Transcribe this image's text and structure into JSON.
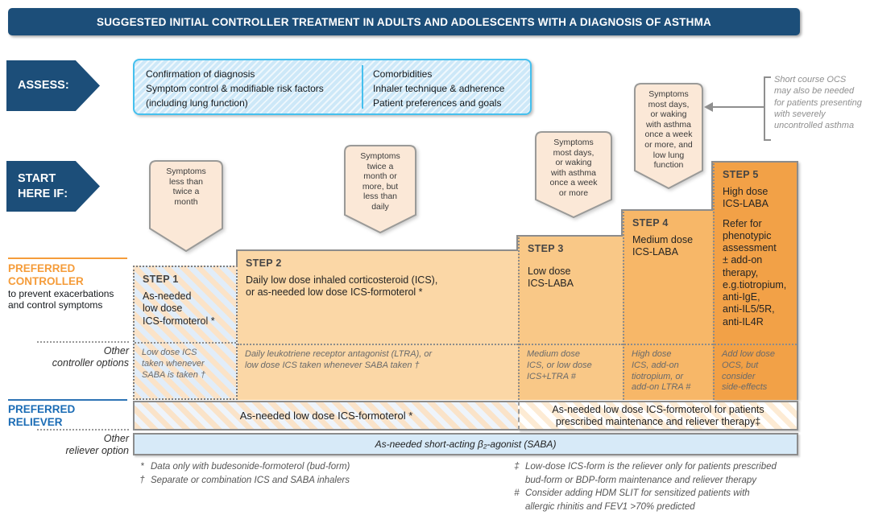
{
  "title": "SUGGESTED INITIAL CONTROLLER TREATMENT IN ADULTS AND ADOLESCENTS WITH A DIAGNOSIS OF ASTHMA",
  "assess": {
    "label": "ASSESS:",
    "col1": "Confirmation of diagnosis\nSymptom control & modifiable risk factors\n(including lung function)",
    "col2": "Comorbidities\nInhaler technique & adherence\nPatient preferences and goals"
  },
  "start_here": {
    "label": "START\nHERE IF:"
  },
  "bubbles": [
    {
      "text": "Symptoms\nless than\ntwice a\nmonth"
    },
    {
      "text": "Symptoms\ntwice a\nmonth or\nmore, but\nless than\ndaily"
    },
    {
      "text": "Symptoms\nmost days,\nor waking\nwith asthma\nonce a week\nor more"
    },
    {
      "text": "Symptoms\nmost days,\nor waking\nwith asthma\nonce a week\nor more, and\nlow lung\nfunction"
    }
  ],
  "ocs_note": {
    "text": "Short course OCS\nmay also be needed\nfor patients presenting\nwith severely\nuncontrolled asthma"
  },
  "sidebar": {
    "preferred_controller": "PREFERRED\nCONTROLLER",
    "preferred_controller_desc": "to prevent exacerbations\nand control symptoms",
    "other_controller": "Other\ncontroller options",
    "preferred_reliever": "PREFERRED\nRELIEVER",
    "other_reliever": "Other\nreliever option"
  },
  "steps": [
    {
      "label": "STEP 1",
      "main": "As-needed\nlow dose\nICS-formoterol *",
      "options": "Low dose ICS\ntaken whenever\nSABA is taken †"
    },
    {
      "label": "STEP 2",
      "main": "Daily low dose inhaled corticosteroid (ICS),\nor as-needed low dose ICS-formoterol *",
      "options": "Daily leukotriene receptor antagonist (LTRA), or\nlow dose ICS taken whenever SABA taken †"
    },
    {
      "label": "STEP 3",
      "main": "Low dose\nICS-LABA",
      "options": "Medium dose\nICS, or low dose\nICS+LTRA #"
    },
    {
      "label": "STEP 4",
      "main": "Medium dose\nICS-LABA",
      "options": "High dose\nICS, add-on\ntiotropium, or\nadd-on LTRA #"
    },
    {
      "label": "STEP 5",
      "main": "High dose\nICS-LABA",
      "extra": "Refer for\nphenotypic\nassessment\n± add-on\ntherapy,\ne.g.tiotropium,\nanti-IgE,\nanti-IL5/5R,\nanti-IL4R",
      "options": "Add low dose\nOCS, but\nconsider\nside-effects"
    }
  ],
  "reliever": {
    "left": "As-needed low dose ICS-formoterol *",
    "right": "As-needed low dose ICS-formoterol  for patients\nprescribed maintenance and reliever therapy‡",
    "saba": "As-needed short-acting β₂-agonist (SABA)"
  },
  "footnotes": {
    "left": [
      {
        "marker": "*",
        "text": "Data only with budesonide-formoterol (bud-form)"
      },
      {
        "marker": "†",
        "text": "Separate or combination ICS and SABA inhalers"
      }
    ],
    "right": [
      {
        "marker": "‡",
        "text": "Low-dose ICS-form is the reliever only for patients prescribed\nbud-form or BDP-form maintenance and reliever therapy"
      },
      {
        "marker": "#",
        "text": "Consider adding HDM SLIT for sensitized patients with\nallergic rhinitis and FEV1 >70% predicted"
      }
    ]
  },
  "colors": {
    "navy": "#1C4E79",
    "cyan_border": "#45C0EE",
    "assess_fill": "#CDE8F8",
    "orange_label": "#F59C3A",
    "blue_label": "#1B6CB5",
    "step2": "#FBD7A6",
    "step3": "#F9C887",
    "step4": "#F7B768",
    "step5": "#F2A147",
    "bubble_fill": "#FBE8D7",
    "saba_fill": "#D7EAF8"
  }
}
